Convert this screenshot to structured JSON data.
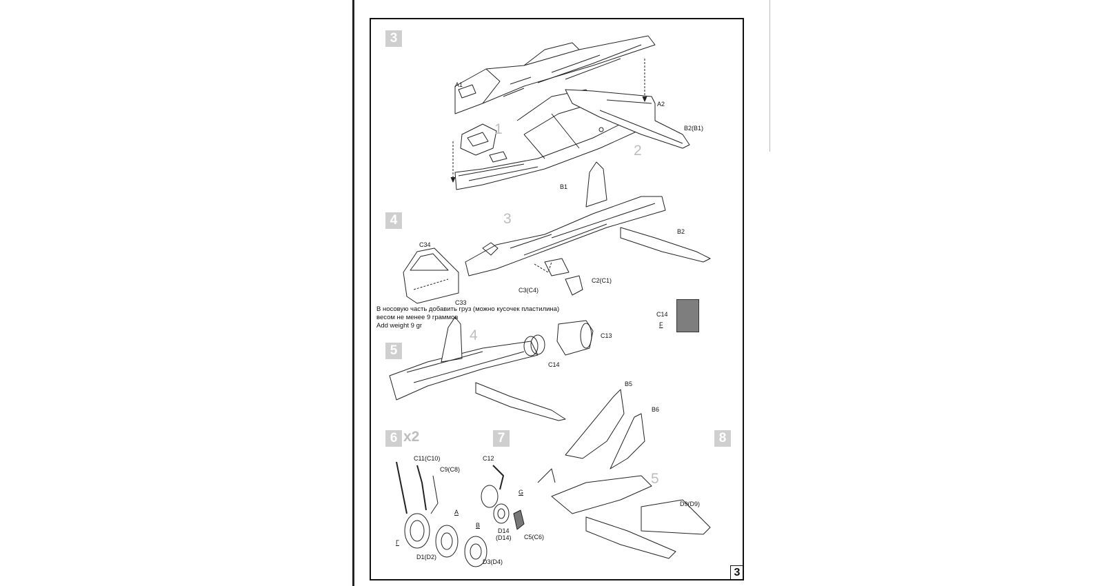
{
  "steps": {
    "s3": "3",
    "s4": "4",
    "s5": "5",
    "s6": "6",
    "s6_mult": "x2",
    "s7": "7",
    "s8": "8"
  },
  "subassemblies": {
    "a1": "1",
    "a2": "2",
    "a3": "3",
    "a4": "4",
    "a5": "5"
  },
  "labels": {
    "A1": "A1",
    "A2": "A2",
    "B2_B1": "B2(B1)",
    "B1": "B1",
    "B2": "B2",
    "C34": "C34",
    "C33": "C33",
    "C3_C4": "C3(C4)",
    "C2_C1": "C2(C1)",
    "C14_pe": "C14",
    "F_pe": "F",
    "C13": "C13",
    "C14": "C14",
    "B5": "B5",
    "B6": "B6",
    "D9_D9": "D9(D9)",
    "C11_C10": "C11(C10)",
    "C9_C8": "C9(C8)",
    "A_mark": "A",
    "B_mark": "B",
    "G_mark": "Г",
    "D1_D2": "D1(D2)",
    "D3_D4": "D3(D4)",
    "C12": "C12",
    "G_mark7": "G",
    "D14": "D14",
    "D14b": "(D14)",
    "C5_C6": "C5(C6)"
  },
  "note": {
    "ru_line1": "В носовую часть добавить груз (можно кусочек пластилина)",
    "ru_line2": "весом не менее 9 граммов",
    "en_line": "Add weight 9 gr"
  },
  "page_number": "3"
}
